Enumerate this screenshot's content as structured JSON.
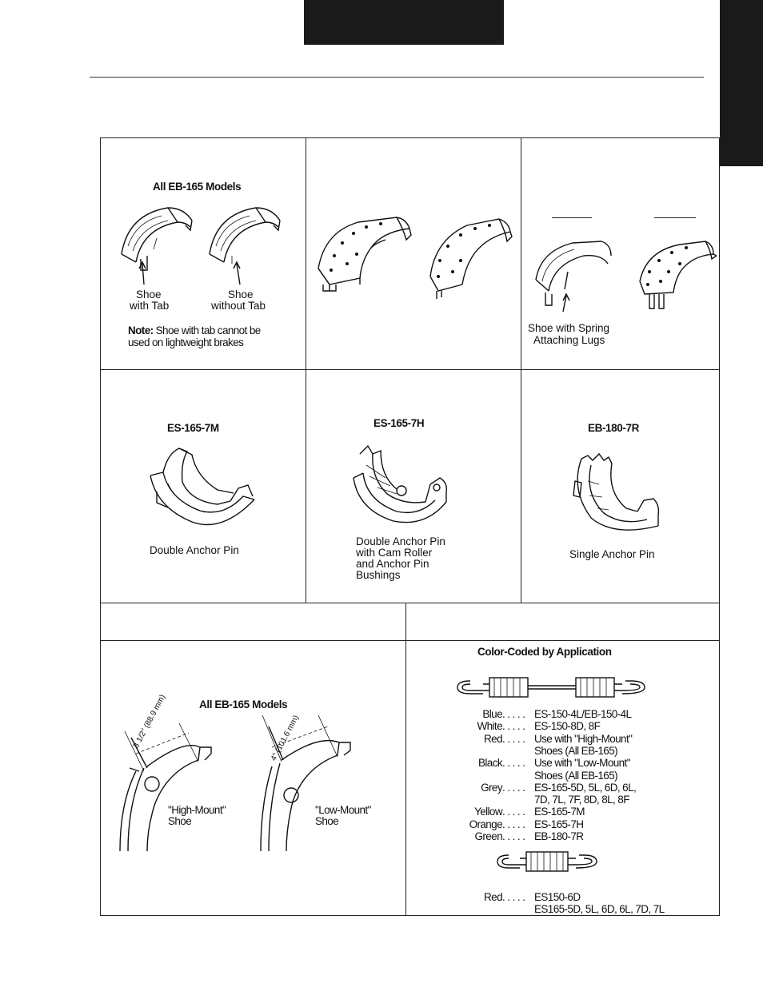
{
  "page": {
    "top_panels": {
      "eb165": {
        "title": "All EB-165 Models",
        "shoe_with_tab": [
          "Shoe",
          "with Tab"
        ],
        "shoe_without_tab": [
          "Shoe",
          "without Tab"
        ],
        "note_label": "Note:",
        "note_text_1": " Shoe with tab cannot be",
        "note_text_2": "used on lightweight brakes"
      },
      "spring_lugs": {
        "caption": [
          "Shoe with Spring",
          "Attaching Lugs"
        ]
      }
    },
    "middle_panels": {
      "es165_7m": {
        "title": "ES-165-7M",
        "caption": "Double Anchor Pin"
      },
      "es165_7h": {
        "title": "ES-165-7H",
        "caption": [
          "Double Anchor Pin",
          "with Cam Roller",
          "and Anchor Pin",
          "Bushings"
        ]
      },
      "eb180_7r": {
        "title": "EB-180-7R",
        "caption": "Single Anchor Pin"
      }
    },
    "bottom_left": {
      "title": "All EB-165 Models",
      "high_dim": "3 1/2\" (88.9 mm)",
      "low_dim": "4\" (101.6 mm)",
      "high_label": [
        "\"High-Mount\"",
        "Shoe"
      ],
      "low_label": [
        "\"Low-Mount\"",
        "Shoe"
      ]
    },
    "bottom_right": {
      "title": "Color-Coded by Application",
      "color_rows": [
        {
          "color": "Blue",
          "dots": " . . . . . ",
          "app": "ES-150-4L/EB-150-4L"
        },
        {
          "color": "White",
          "dots": " . . . . . ",
          "app": "ES-150-8D, 8F"
        },
        {
          "color": "Red",
          "dots": " . . . . . ",
          "app": "Use with \"High-Mount\""
        },
        {
          "color": "",
          "dots": "",
          "app": "Shoes (All EB-165)"
        },
        {
          "color": "Black",
          "dots": " . . . . . ",
          "app": "Use with \"Low-Mount\""
        },
        {
          "color": "",
          "dots": "",
          "app": "Shoes (All EB-165)"
        },
        {
          "color": "Grey",
          "dots": " . . . . . ",
          "app": "ES-165-5D, 5L, 6D, 6L,"
        },
        {
          "color": "",
          "dots": "",
          "app": "7D, 7L, 7F, 8D, 8L, 8F"
        },
        {
          "color": "Yellow",
          "dots": " . . . . . ",
          "app": "ES-165-7M"
        },
        {
          "color": "Orange",
          "dots": " . . . . . ",
          "app": "ES-165-7H"
        },
        {
          "color": "Green",
          "dots": " . . . . . ",
          "app": "EB-180-7R"
        }
      ],
      "second_spring_rows": [
        {
          "color": "Red",
          "dots": " . . . . . ",
          "app": "ES150-6D"
        },
        {
          "color": "",
          "dots": "",
          "app": "ES165-5D, 5L, 6D, 6L, 7D, 7L"
        }
      ]
    }
  }
}
